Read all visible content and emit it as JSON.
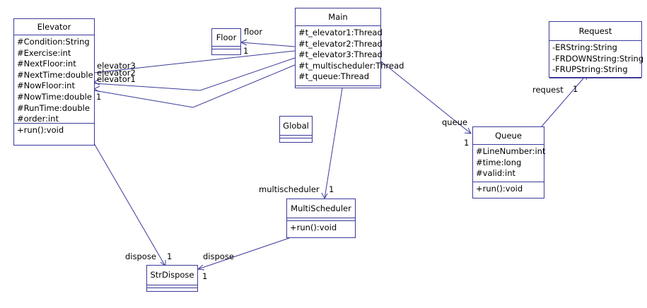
{
  "colors": {
    "stroke": "#3a3a9a",
    "background": "#ffffff",
    "text": "#000000"
  },
  "classes": {
    "elevator": {
      "name": "Elevator",
      "attributes": [
        "#Condition:String",
        "#Exercise:int",
        "#NextFloor:int",
        "#NextTime:double",
        "#NowFloor:int",
        "#NowTime:double",
        "#RunTime:double",
        "#order:int"
      ],
      "operations": [
        "+run():void"
      ]
    },
    "floor": {
      "name": "Floor"
    },
    "main": {
      "name": "Main",
      "attributes": [
        "#t_elevator1:Thread",
        "#t_elevator2:Thread",
        "#t_elevator3:Thread",
        "#t_multischeduler:Thread",
        "#t_queue:Thread"
      ]
    },
    "request": {
      "name": "Request",
      "attributes": [
        "-ERString:String",
        "-FRDOWNString:String",
        "-FRUPString:String"
      ]
    },
    "global": {
      "name": "Global"
    },
    "queue": {
      "name": "Queue",
      "attributes": [
        "#LineNumber:int",
        "#time:long",
        "#valid:int"
      ],
      "operations": [
        "+run():void"
      ]
    },
    "multischeduler": {
      "name": "MultiScheduler",
      "operations": [
        "+run():void"
      ]
    },
    "strdispose": {
      "name": "StrDispose"
    }
  },
  "labels": {
    "floor_role": "floor",
    "floor_mult": "1",
    "elevator3": "elevator3",
    "elevator2": "elevator2",
    "elevator1": "elevator1",
    "elev_mult": "1",
    "queue_role": "queue",
    "queue_mult": "1",
    "request_role": "request",
    "request_mult": "1",
    "multischeduler_role": "multischeduler",
    "multischeduler_mult": "1",
    "dispose_role_left": "dispose",
    "dispose_mult_left": "1",
    "dispose_role_right": "dispose",
    "dispose_mult_right": "1"
  }
}
